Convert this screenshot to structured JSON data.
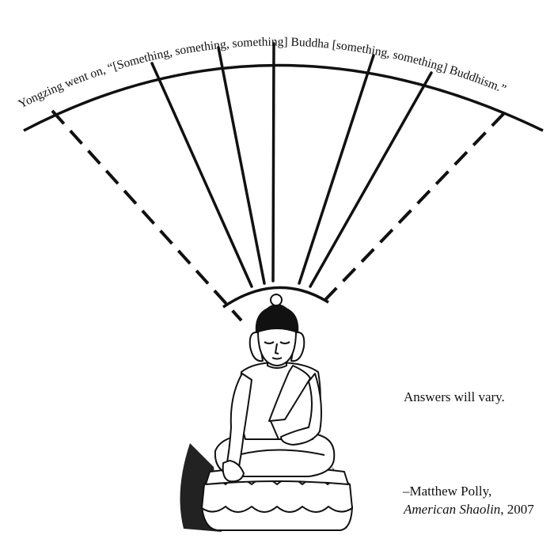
{
  "quote": {
    "text": "Yongzing went on, “[Something, something, something] Buddha [something, something] Buddhism.”"
  },
  "caption": {
    "answers": "Answers will vary."
  },
  "attribution": {
    "author": "–Matthew Polly,",
    "book": "American Shaolin,",
    "year": " 2007"
  }
}
